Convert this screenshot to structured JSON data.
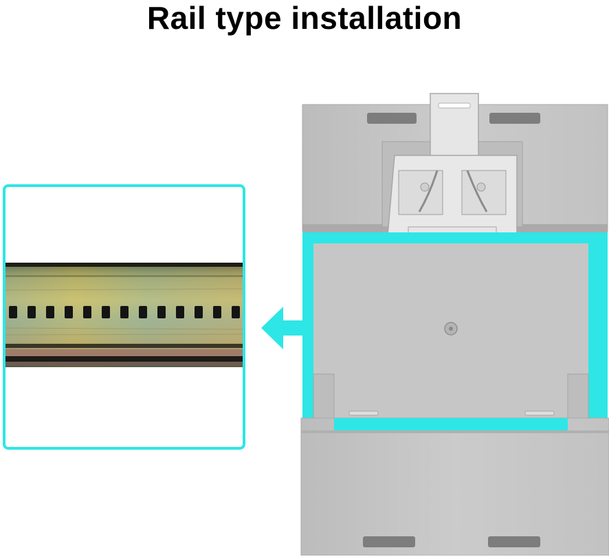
{
  "title": "Rail type installation",
  "colors": {
    "accent": "#2ee6e6",
    "device_body": "#c8c8c8",
    "device_shadow": "#a6a6a6",
    "clip": "#e8e8e8",
    "rail_metal": "#a7a85e"
  },
  "icons": {
    "arrow": "arrow-left-icon",
    "rail": "din-rail-image",
    "device": "din-rail-device-image"
  }
}
